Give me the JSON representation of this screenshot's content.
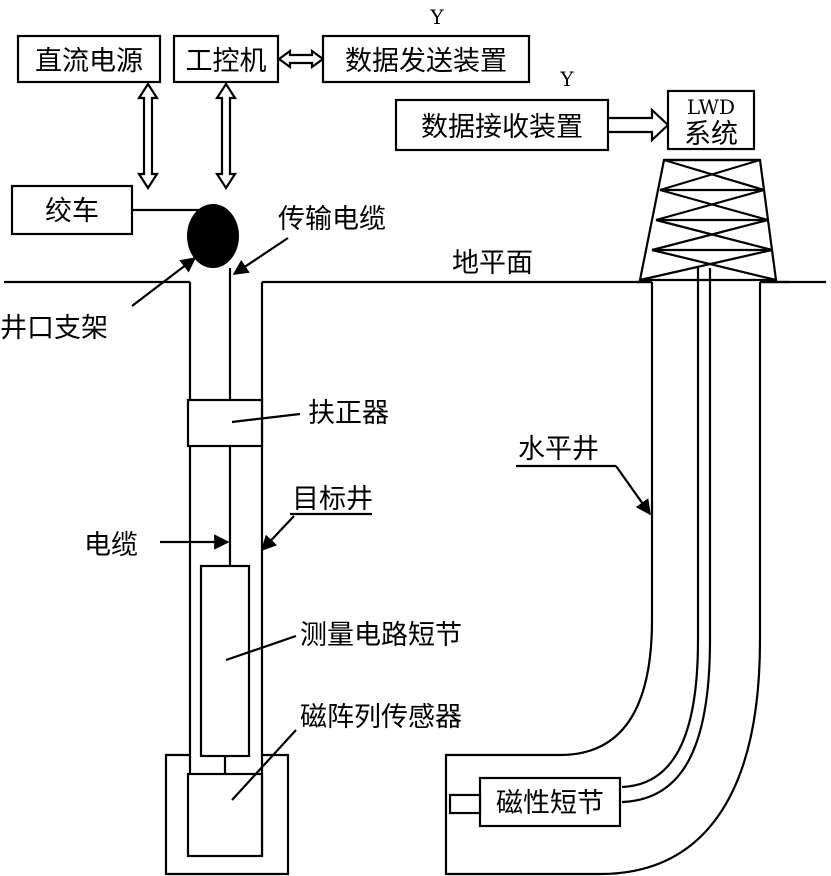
{
  "labels": {
    "dc_power": "直流电源",
    "ipc": "工控机",
    "data_send": "数据发送装置",
    "data_send_mark": "Y",
    "data_recv": "数据接收装置",
    "data_recv_mark": "Y",
    "lwd_line1": "LWD",
    "lwd_line2": "系统",
    "winch": "绞车",
    "transmission_cable": "传输电缆",
    "ground": "地平面",
    "wellhead_bracket": "井口支架",
    "centralizer": "扶正器",
    "horizontal_well": "水平井",
    "target_well": "目标井",
    "cable": "电缆",
    "measure_circuit": "测量电路短节",
    "magnetic_sensor": "磁阵列传感器",
    "magnetic_sub": "磁性短节"
  }
}
